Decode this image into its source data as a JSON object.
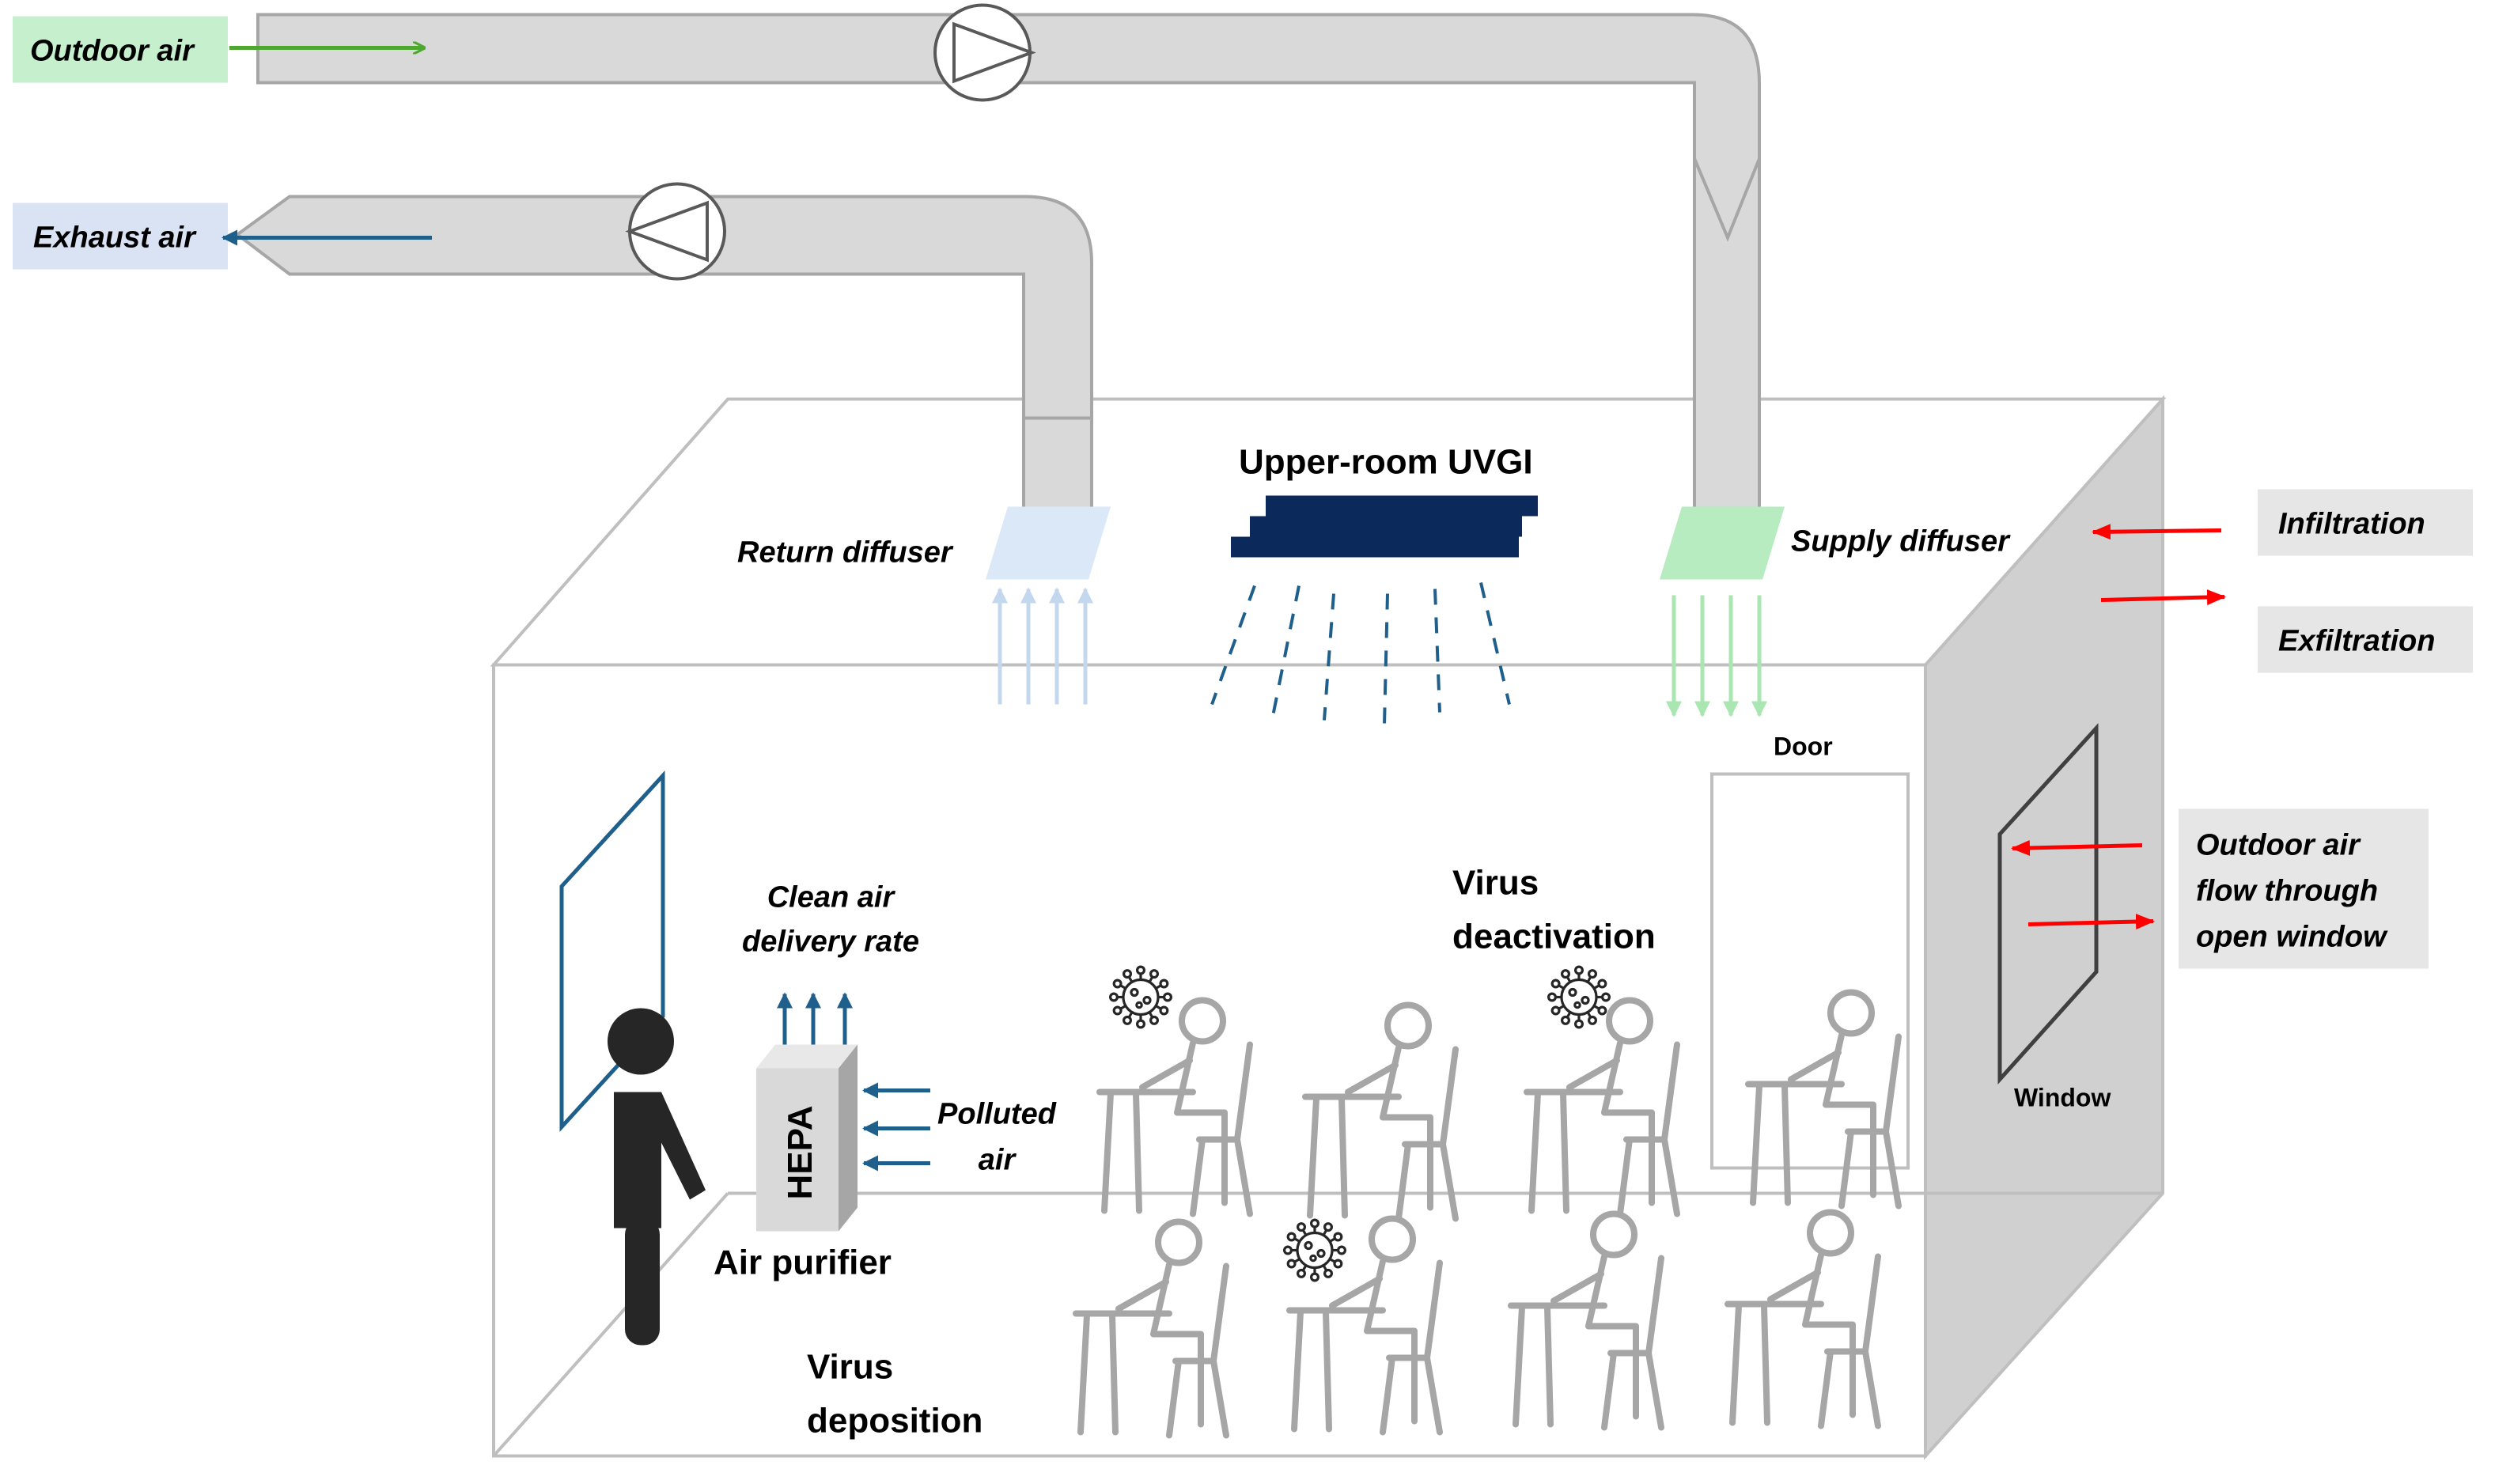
{
  "labels": {
    "outdoor_air": "Outdoor air",
    "exhaust_air": "Exhaust air",
    "return_diffuser": "Return diffuser",
    "upper_room_uvgi": "Upper-room UVGI",
    "supply_diffuser": "Supply diffuser",
    "infiltration": "Infiltration",
    "exfiltration": "Exfiltration",
    "door": "Door",
    "window": "Window",
    "outdoor_window_line1": "Outdoor air",
    "outdoor_window_line2": "flow through",
    "outdoor_window_line3": "open window",
    "clean_air_line1": "Clean air",
    "clean_air_line2": "delivery rate",
    "polluted_line1": "Polluted",
    "polluted_line2": "air",
    "hepa": "HEPA",
    "air_purifier": "Air purifier",
    "virus_deact_line1": "Virus",
    "virus_deact_line2": "deactivation",
    "virus_depo_line1": "Virus",
    "virus_depo_line2": "deposition"
  },
  "colors": {
    "duct": "#d9d9d9",
    "duct_edge": "#a6a6a6",
    "room_edge": "#bfbfbf",
    "side_wall": "#d0d0d0",
    "outdoor_label_bg": "#c6efce",
    "outdoor_arrow": "#4ea72e",
    "exhaust_label_bg": "#dae3f3",
    "exhaust_arrow": "#1f5f8b",
    "return_diffuser": "#dae8f7",
    "supply_diffuser": "#b7ebc0",
    "supply_arrows": "#a9e6b2",
    "return_arrows": "#c3d8ef",
    "uvgi": "#0b2a5b",
    "uv_rays": "#1f5f8b",
    "red_arrow": "#ff0000",
    "label_gray_bg": "#e7e6e6",
    "person": "#262626",
    "occupant": "#a6a6a6",
    "virus": "#262626",
    "hepa_front": "#d9d9d9",
    "hepa_side": "#a6a6a6"
  }
}
